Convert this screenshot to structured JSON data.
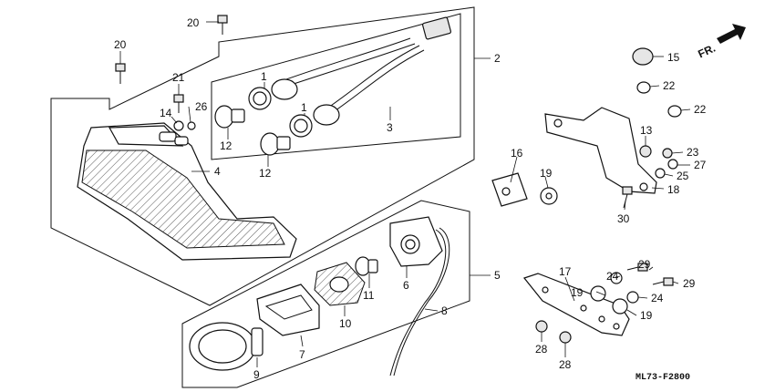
{
  "diagram": {
    "code": "ML73-F2800",
    "direction_label": "FR."
  },
  "callouts": [
    "20",
    "20",
    "21",
    "26",
    "14",
    "12",
    "12",
    "1",
    "1",
    "2",
    "3",
    "4",
    "16",
    "19",
    "30",
    "15",
    "22",
    "22",
    "13",
    "23",
    "27",
    "25",
    "18",
    "5",
    "6",
    "11",
    "10",
    "7",
    "9",
    "8",
    "17",
    "19",
    "24",
    "29",
    "29",
    "24",
    "19",
    "28",
    "28"
  ]
}
